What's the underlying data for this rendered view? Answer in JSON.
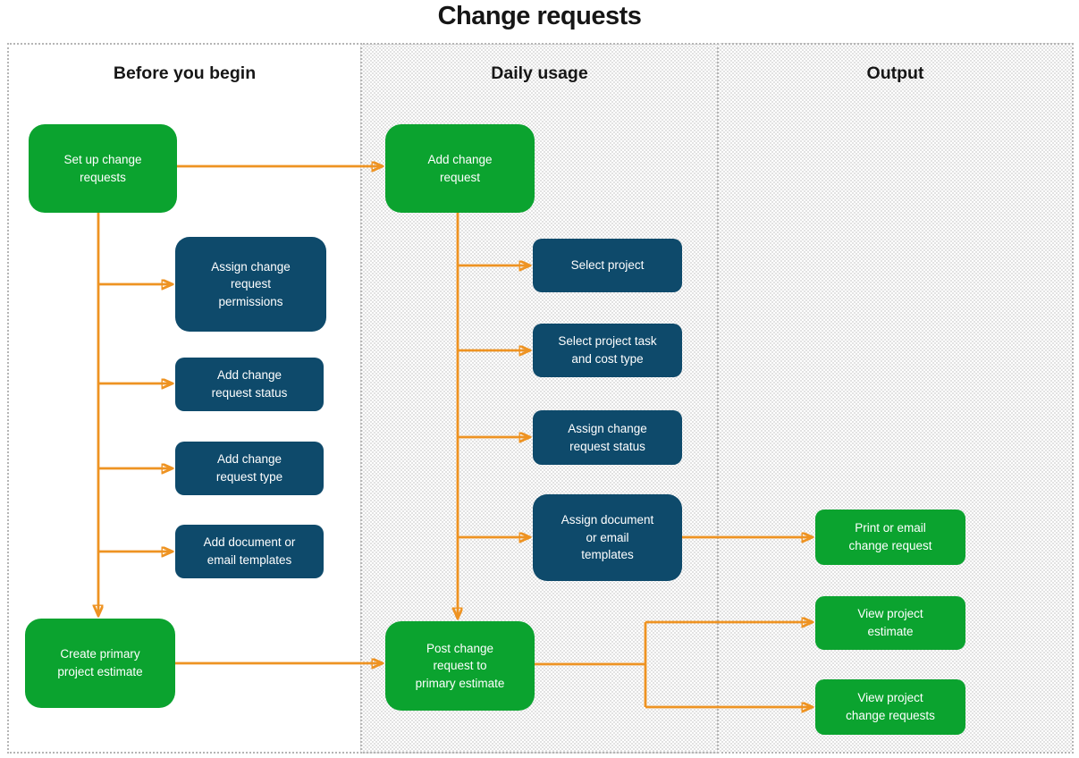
{
  "title": "Change requests",
  "columns": [
    {
      "title": "Before you begin"
    },
    {
      "title": "Daily usage"
    },
    {
      "title": "Output"
    }
  ],
  "nodes": [
    {
      "id": "set-up-change-requests",
      "label": "Set up change\nrequests",
      "type": "green",
      "column": "Before you begin"
    },
    {
      "id": "assign-change-request-permissions",
      "label": "Assign change\nrequest\npermissions",
      "type": "navy",
      "column": "Before you begin"
    },
    {
      "id": "add-change-request-status",
      "label": "Add change\nrequest status",
      "type": "navy",
      "column": "Before you begin"
    },
    {
      "id": "add-change-request-type",
      "label": "Add change\nrequest type",
      "type": "navy",
      "column": "Before you begin"
    },
    {
      "id": "add-document-or-email-templates",
      "label": "Add document or\nemail templates",
      "type": "navy",
      "column": "Before you begin"
    },
    {
      "id": "create-primary-project-estimate",
      "label": "Create primary\nproject estimate",
      "type": "green",
      "column": "Before you begin"
    },
    {
      "id": "add-change-request",
      "label": "Add change\nrequest",
      "type": "green",
      "column": "Daily usage"
    },
    {
      "id": "select-project",
      "label": "Select project",
      "type": "navy",
      "column": "Daily usage"
    },
    {
      "id": "select-project-task-and-cost-type",
      "label": "Select project task\nand cost type",
      "type": "navy",
      "column": "Daily usage"
    },
    {
      "id": "assign-change-request-status",
      "label": "Assign change\nrequest status",
      "type": "navy",
      "column": "Daily usage"
    },
    {
      "id": "assign-document-or-email-templates",
      "label": "Assign document\nor email\ntemplates",
      "type": "navy",
      "column": "Daily usage"
    },
    {
      "id": "post-change-request-to-primary-estimate",
      "label": "Post change\nrequest to\nprimary estimate",
      "type": "green",
      "column": "Daily usage"
    },
    {
      "id": "print-or-email-change-request",
      "label": "Print or email\nchange request",
      "type": "green",
      "column": "Output"
    },
    {
      "id": "view-project-estimate",
      "label": "View project\nestimate",
      "type": "green",
      "column": "Output"
    },
    {
      "id": "view-project-change-requests",
      "label": "View project\nchange requests",
      "type": "green",
      "column": "Output"
    }
  ],
  "edges": [
    {
      "from": "set-up-change-requests",
      "to": "add-change-request"
    },
    {
      "from": "set-up-change-requests",
      "to": "assign-change-request-permissions"
    },
    {
      "from": "set-up-change-requests",
      "to": "add-change-request-status"
    },
    {
      "from": "set-up-change-requests",
      "to": "add-change-request-type"
    },
    {
      "from": "set-up-change-requests",
      "to": "add-document-or-email-templates"
    },
    {
      "from": "set-up-change-requests",
      "to": "create-primary-project-estimate"
    },
    {
      "from": "create-primary-project-estimate",
      "to": "post-change-request-to-primary-estimate"
    },
    {
      "from": "add-change-request",
      "to": "select-project"
    },
    {
      "from": "add-change-request",
      "to": "select-project-task-and-cost-type"
    },
    {
      "from": "add-change-request",
      "to": "assign-change-request-status"
    },
    {
      "from": "add-change-request",
      "to": "assign-document-or-email-templates"
    },
    {
      "from": "add-change-request",
      "to": "post-change-request-to-primary-estimate"
    },
    {
      "from": "assign-document-or-email-templates",
      "to": "print-or-email-change-request"
    },
    {
      "from": "post-change-request-to-primary-estimate",
      "to": "view-project-estimate"
    },
    {
      "from": "post-change-request-to-primary-estimate",
      "to": "view-project-change-requests"
    }
  ],
  "colors": {
    "green": "#0ba32f",
    "navy": "#0e4a6b",
    "arrow": "#ee9322",
    "border": "#b5b5b5",
    "dot": "#d9d9d9",
    "ink": "#161616",
    "boxtext": "#ffffff"
  }
}
